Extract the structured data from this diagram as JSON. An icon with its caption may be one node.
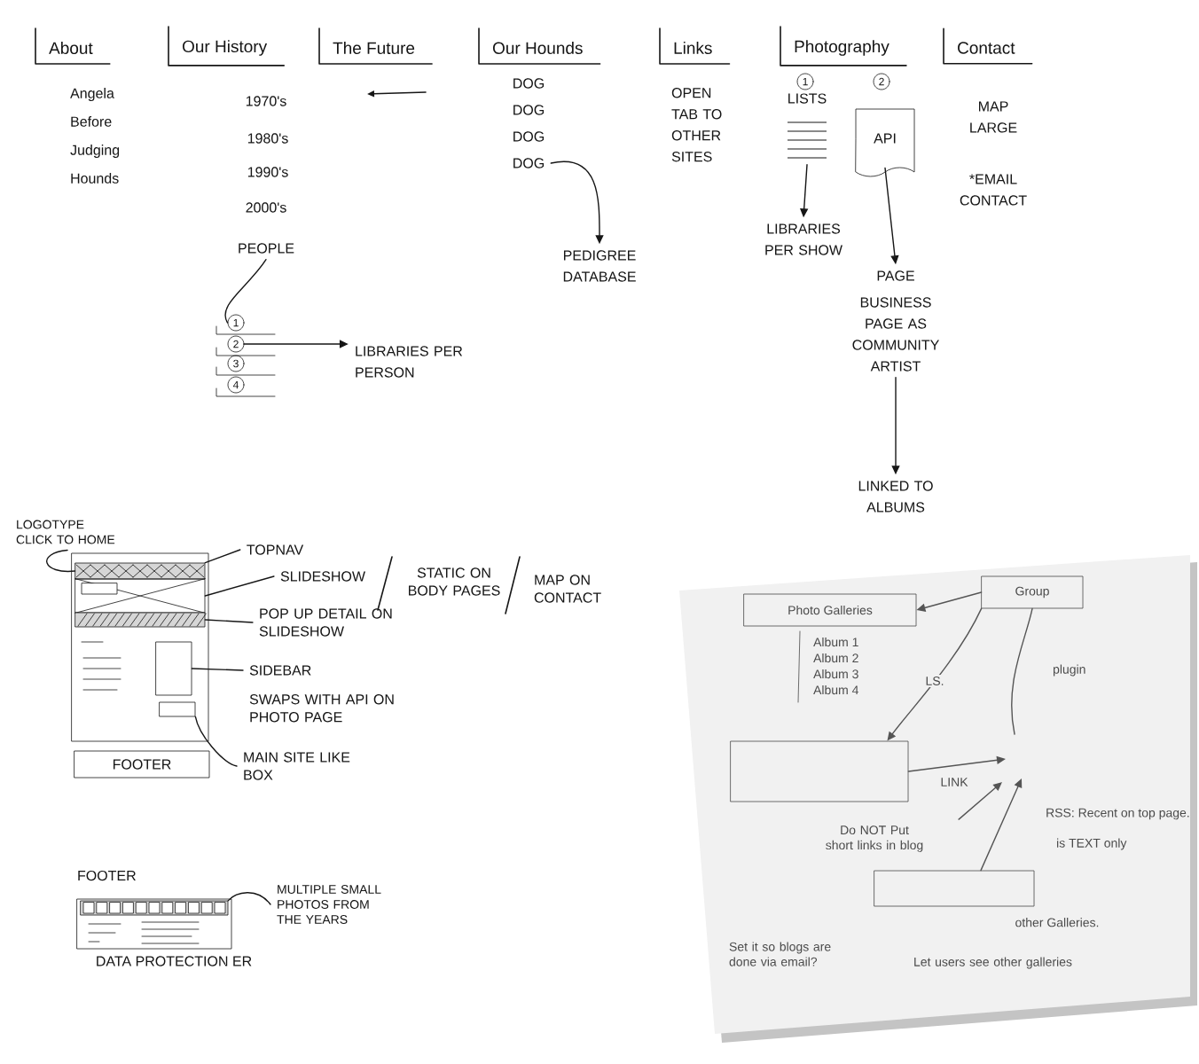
{
  "diagram": {
    "nodes": [
      {
        "text": [
          "PEOPLE"
        ]
      },
      {
        "text": [
          "DOG"
        ]
      },
      {
        "text": [
          "PEDIGREE DATABASE"
        ]
      },
      {
        "text": [
          "1"
        ]
      },
      {
        "text": [
          "LISTS"
        ]
      },
      {
        "text": [
          "2"
        ]
      },
      {
        "text": [
          "API"
        ]
      },
      {
        "text": [
          "LIBRARIES PER SHOW"
        ]
      },
      {
        "text": [
          "PAGE",
          "BUSINESS PAGE AS COMMUNITY ARTIST"
        ]
      },
      {
        "text": [
          "1"
        ]
      },
      {
        "text": [
          "2"
        ]
      },
      {
        "text": [
          "3"
        ]
      },
      {
        "text": [
          "4"
        ]
      },
      {
        "text": [
          "LIBRARIES PER PERSON"
        ]
      },
      {
        "text": [
          "LINKED TO ALBUMS"
        ]
      },
      {
        "text": [
          "LOGOTYPE CLICK TO HOME"
        ]
      },
      {
        "text": [],
        "shape": "box"
      },
      {
        "text": [],
        "shape": "bar",
        "in": 16
      },
      {
        "text": [],
        "shape": "box",
        "in": 16
      },
      {
        "text": [],
        "shape": "bar",
        "in": 16
      },
      {
        "text": [],
        "shape": "box",
        "in": 16
      },
      {
        "text": [],
        "shape": "box",
        "in": 16
      },
      {
        "text": [
          "FOOTER"
        ]
      },
      {
        "text": [
          "TOPNAV"
        ]
      },
      {
        "text": [
          "SLIDESHOW"
        ]
      },
      {
        "text": [
          "POP UP DETAIL ON SLIDESHOW"
        ]
      },
      {
        "text": [
          "SIDEBAR"
        ],
        "beside": [
          "SWAPS WITH API ON PHOTO PAGE"
        ]
      },
      {
        "text": [
          "MAIN SITE LIKE BOX"
        ]
      },
      {
        "text": [
          "FOOTER"
        ]
      },
      {
        "text": [],
        "shape": "bar",
        "in": 28
      },
      {
        "text": [
          "MULTIPLE SMALL PHOTOS FROM THE YEARS"
        ]
      },
      {
        "text": [
          "Photo Galleries"
        ]
      },
      {
        "text": [
          "Group"
        ]
      },
      {
        "text": [],
        "shape": "box"
      },
      {
        "text": [
          "Do NOT Put short links in blog"
        ]
      },
      {
        "text": [],
        "shape": "box",
        "beside": [
          "other Galleries."
        ]
      }
    ],
    "edges": [
      {
        "from": 0,
        "to": 9,
        "arrow": "none"
      },
      {
        "from": 1,
        "to": 2,
        "arrow": "to"
      },
      {
        "from": 4,
        "to": 7,
        "arrow": "to"
      },
      {
        "from": 6,
        "to": 8,
        "arrow": "to"
      },
      {
        "from": 10,
        "to": 13,
        "arrow": "to"
      },
      {
        "from": 8,
        "to": 14,
        "arrow": "to"
      },
      {
        "from": 15,
        "to": 17,
        "arrow": "none"
      },
      {
        "from": 23,
        "to": 17,
        "arrow": "none"
      },
      {
        "from": 24,
        "to": 18,
        "arrow": "none"
      },
      {
        "from": 25,
        "to": 19,
        "arrow": "none"
      },
      {
        "from": 26,
        "to": 20,
        "arrow": "none"
      },
      {
        "from": 27,
        "to": 21,
        "arrow": "none"
      },
      {
        "from": 30,
        "to": 29,
        "arrow": "none"
      },
      {
        "from": 32,
        "to": 31,
        "arrow": "to",
        "color": "#555555"
      },
      {
        "from": 32,
        "to": 33,
        "arrow": "to",
        "label": "LS.",
        "color": "#555555"
      },
      {
        "from": 33,
        "to": null,
        "arrow": "to",
        "label": "LINK",
        "color": "#555555"
      },
      {
        "from": null,
        "to": 32,
        "arrow": "none",
        "color": "#555555"
      },
      {
        "from": 34,
        "to": null,
        "arrow": "to",
        "color": "#555555"
      },
      {
        "from": 35,
        "to": null,
        "arrow": "to",
        "color": "#555555"
      }
    ],
    "labels": [
      "About",
      "Our History",
      "The Future",
      "Our Hounds",
      "Links",
      "Photography",
      "Contact",
      "Angela Before Judging Hounds",
      "1970's",
      "1980's",
      "1990's",
      "2000's",
      "DOG",
      "DOG",
      "DOG",
      "OPEN TAB TO OTHER SITES",
      "MAP LARGE",
      "*EMAIL CONTACT",
      "STATIC ON BODY PAGES",
      "MAP ON CONTACT",
      "DATA PROTECTION ER",
      "Album 1",
      "Album 2",
      "Album 3",
      "Album 4",
      "plugin",
      "RSS: Recent on top page.",
      "is TEXT only",
      "Set it so blogs are done via email?",
      "Let users see other galleries"
    ]
  }
}
